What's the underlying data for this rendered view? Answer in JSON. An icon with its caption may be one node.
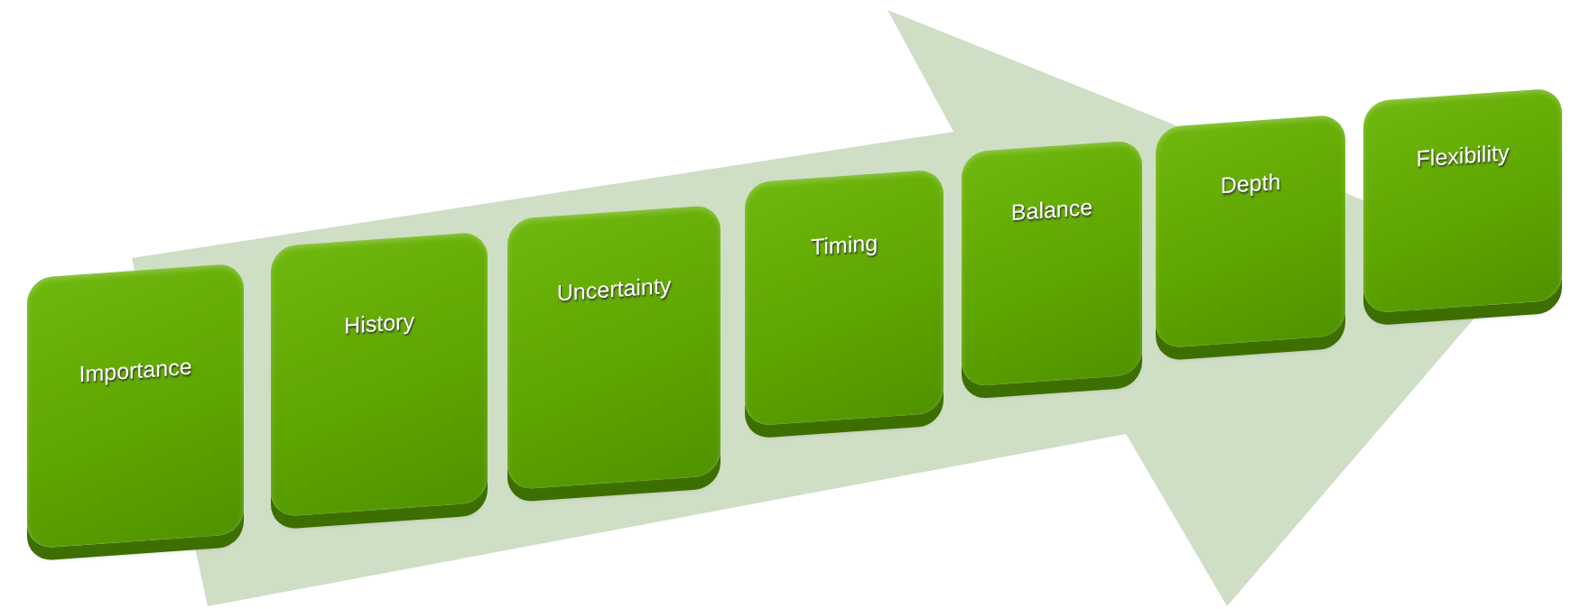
{
  "diagram": {
    "nodes": [
      {
        "text": [
          "Importance"
        ]
      },
      {
        "text": [
          "History"
        ]
      },
      {
        "text": [
          "Uncertainty"
        ]
      },
      {
        "text": [
          "Timing"
        ]
      },
      {
        "text": [
          "Balance"
        ]
      },
      {
        "text": [
          "Depth"
        ]
      },
      {
        "text": [
          "Flexibility"
        ]
      }
    ],
    "edges": [
      {
        "from": 0,
        "to": 6,
        "arrow": "to"
      }
    ]
  }
}
